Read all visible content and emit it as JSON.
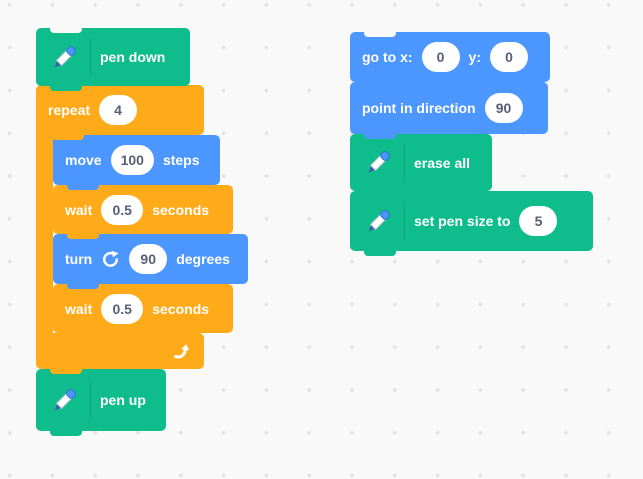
{
  "colors": {
    "motion": "#4C97FF",
    "control": "#FFAB19",
    "pen": "#0FBD8C",
    "workspace_bg": "#f9f9f9",
    "dot": "#e2e2e2",
    "input_text": "#575E75"
  },
  "left_stack": {
    "pen_down": {
      "label": "pen down"
    },
    "repeat": {
      "label": "repeat",
      "times": "4"
    },
    "move": {
      "label_before": "move",
      "value": "100",
      "label_after": "steps"
    },
    "wait1": {
      "label_before": "wait",
      "value": "0.5",
      "label_after": "seconds"
    },
    "turn": {
      "label_before": "turn",
      "value": "90",
      "label_after": "degrees"
    },
    "wait2": {
      "label_before": "wait",
      "value": "0.5",
      "label_after": "seconds"
    },
    "pen_up": {
      "label": "pen up"
    }
  },
  "right_stack": {
    "go_to": {
      "label_1": "go to x:",
      "x_value": "0",
      "label_2": "y:",
      "y_value": "0"
    },
    "point_in_direction": {
      "label": "point in direction",
      "value": "90"
    },
    "erase_all": {
      "label": "erase all"
    },
    "set_pen_size": {
      "label": "set pen size to",
      "value": "5"
    }
  }
}
